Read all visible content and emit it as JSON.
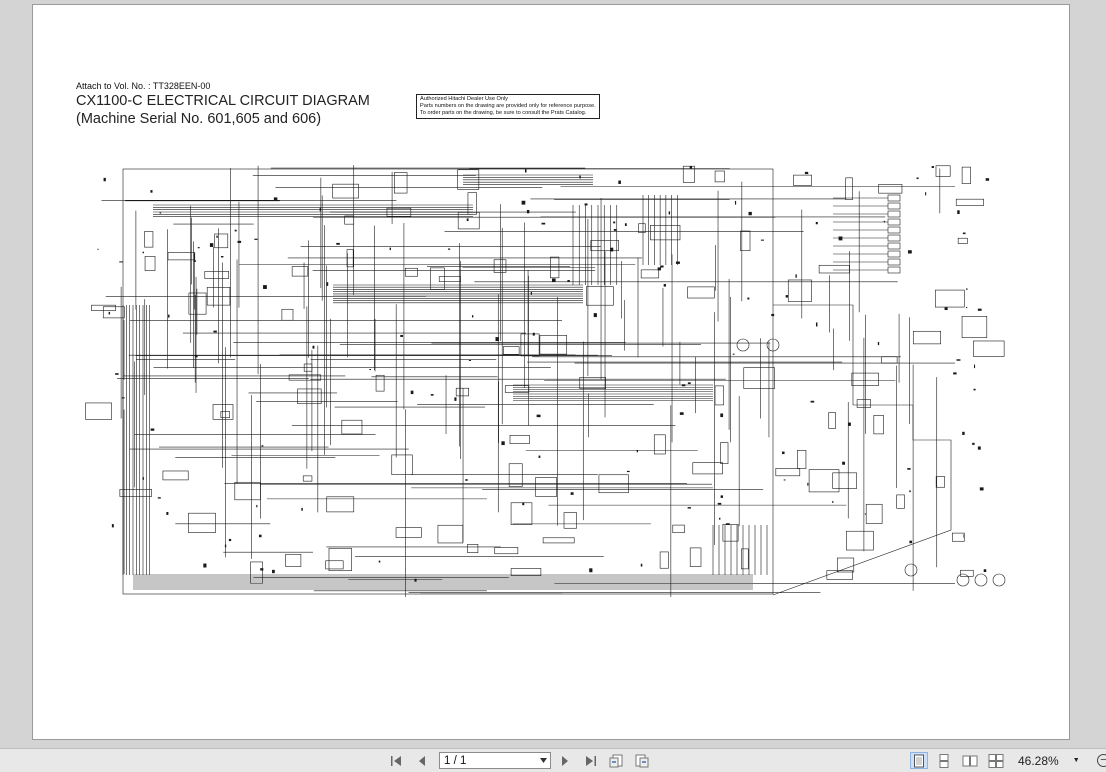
{
  "document": {
    "attach_text": "Attach to Vol. No. : TT328EEN-00",
    "title_line1": "CX1100-C ELECTRICAL CIRCUIT DIAGRAM",
    "title_line2": "(Machine Serial No. 601,605 and 606)",
    "notice_lines": [
      "Authorized Hitachi Dealer Use Only",
      "Parts numbers on the drawing are provided only for reference purpose.",
      "To order parts on the drawing, be sure to consult the Prats Catalog."
    ]
  },
  "toolbar": {
    "page_value": "1 / 1",
    "zoom_value": "46.28%",
    "icons": [
      "first-page-icon",
      "prev-page-icon",
      "next-page-icon",
      "last-page-icon",
      "back-view-icon",
      "forward-view-icon",
      "single-page-icon",
      "continuous-icon",
      "facing-icon",
      "continuous-facing-icon",
      "zoom-out-icon"
    ]
  },
  "colors": {
    "background": "#d4d4d4",
    "page": "#ffffff",
    "toolbar": "#e8e8e8",
    "active_view": "#cde0f7"
  }
}
